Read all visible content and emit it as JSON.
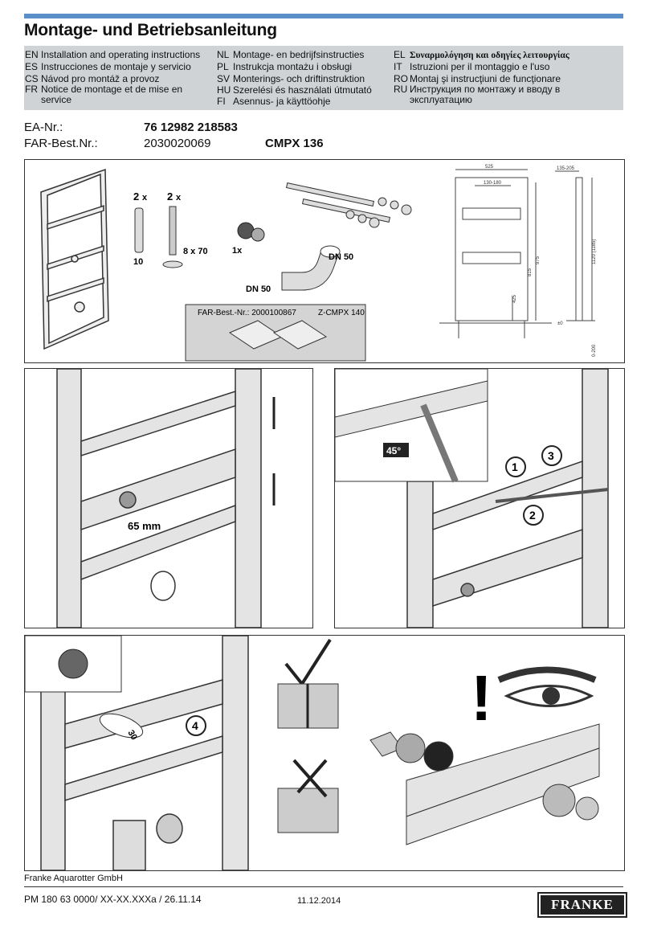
{
  "header": {
    "title": "Montage- und Betriebsanleitung"
  },
  "languages": [
    {
      "code": "EN",
      "text": "Installation and operating instructions"
    },
    {
      "code": "ES",
      "text": "Instrucciones de montaje y servicio"
    },
    {
      "code": "CS",
      "text": "Návod pro montáž a provoz"
    },
    {
      "code": "FR",
      "text": "Notice de montage et de mise en service"
    },
    {
      "code": "NL",
      "text": "Montage- en bedrijfsinstructies"
    },
    {
      "code": "PL",
      "text": "Instrukcja montażu i obsługi"
    },
    {
      "code": "SV",
      "text": "Monterings- och driftinstruktion"
    },
    {
      "code": "HU",
      "text": "Szerelési és használati útmutató"
    },
    {
      "code": "FI",
      "text": "Asennus- ja käyttöohje"
    },
    {
      "code": "EL",
      "text": "Συναρμολόγηση και οδηγίες λειτουργίας"
    },
    {
      "code": "IT",
      "text": "Istruzioni per il montaggio e l'uso"
    },
    {
      "code": "RO",
      "text": "Montaj şi instrucţiuni de funcţionare"
    },
    {
      "code": "RU",
      "text": "Инструкция по монтажу и вводу в эксплуатацию"
    }
  ],
  "product": {
    "ea_label": "EA-Nr.:",
    "ea_value": "76 12982 218583",
    "far_label": "FAR-Best.Nr.:",
    "far_value": "2030020069",
    "model": "CMPX 136"
  },
  "parts": {
    "qty_anchor": "2",
    "qty_screw": "2",
    "qty_mark": "x",
    "anchor_size": "10",
    "screw_size": "8 x 70",
    "qty_nut": "1x",
    "dn_upper": "DN 50",
    "dn_lower": "DN 50",
    "accessory_order_label": "FAR-Best.-Nr.: 2000100867",
    "accessory_model": "Z-CMPX 140"
  },
  "dimensions": {
    "width_total": "525",
    "spacing": "130-180",
    "depth": "135-205",
    "height_975": "975",
    "height_815": "815",
    "height_425": "425",
    "zero": "±0",
    "height_side": "1120 (1185)",
    "bottom_range": "0-200"
  },
  "steps": {
    "distance": "65 mm",
    "angle": "45°",
    "step1": "1",
    "step2": "2",
    "step3": "3",
    "step4": "4",
    "wrench_size": "30",
    "warning": "!"
  },
  "footer": {
    "company": "Franke Aquarotter GmbH",
    "doc_number": "PM 180 63  0000/ XX-XX.XXXa / 26.11.14",
    "date": "11.12.2014",
    "logo_text": "FRANKE"
  }
}
